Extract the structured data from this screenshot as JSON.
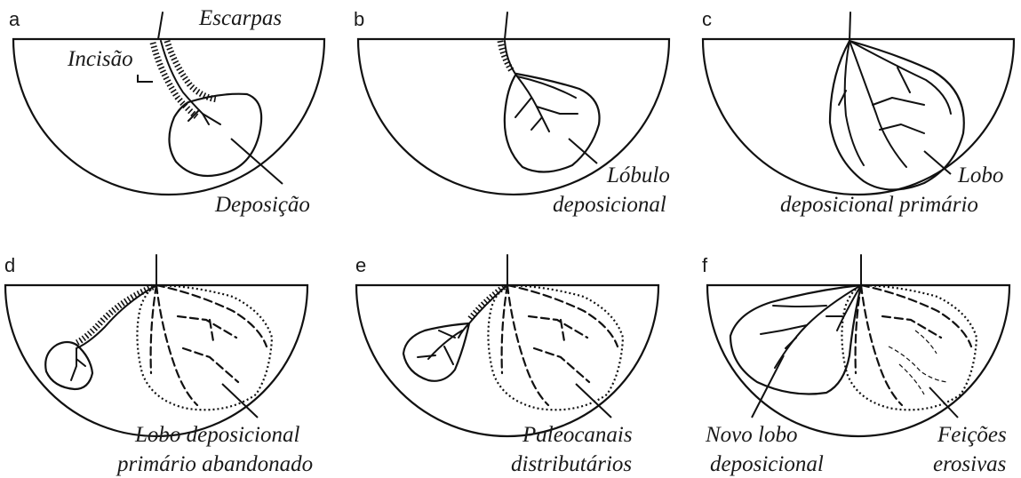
{
  "colors": {
    "primary_lobe": "#f6bc00",
    "new_lobe": "#fdf59a",
    "dotted_deposit": "#ffffff",
    "line": "#111111"
  },
  "panels": [
    {
      "letter": "a",
      "labels": [
        "Escarpas",
        "Incisão",
        "Deposição"
      ]
    },
    {
      "letter": "b",
      "labels": [
        "Lóbulo",
        "deposicional"
      ]
    },
    {
      "letter": "c",
      "labels": [
        "Lobo",
        "deposicional primário"
      ]
    },
    {
      "letter": "d",
      "labels": [
        "Lobo deposicional",
        "primário abandonado"
      ]
    },
    {
      "letter": "e",
      "labels": [
        "Paleocanais",
        "distributários"
      ]
    },
    {
      "letter": "f",
      "labels": [
        "Novo lobo",
        "deposicional",
        "Feições",
        "erosivas"
      ]
    }
  ]
}
